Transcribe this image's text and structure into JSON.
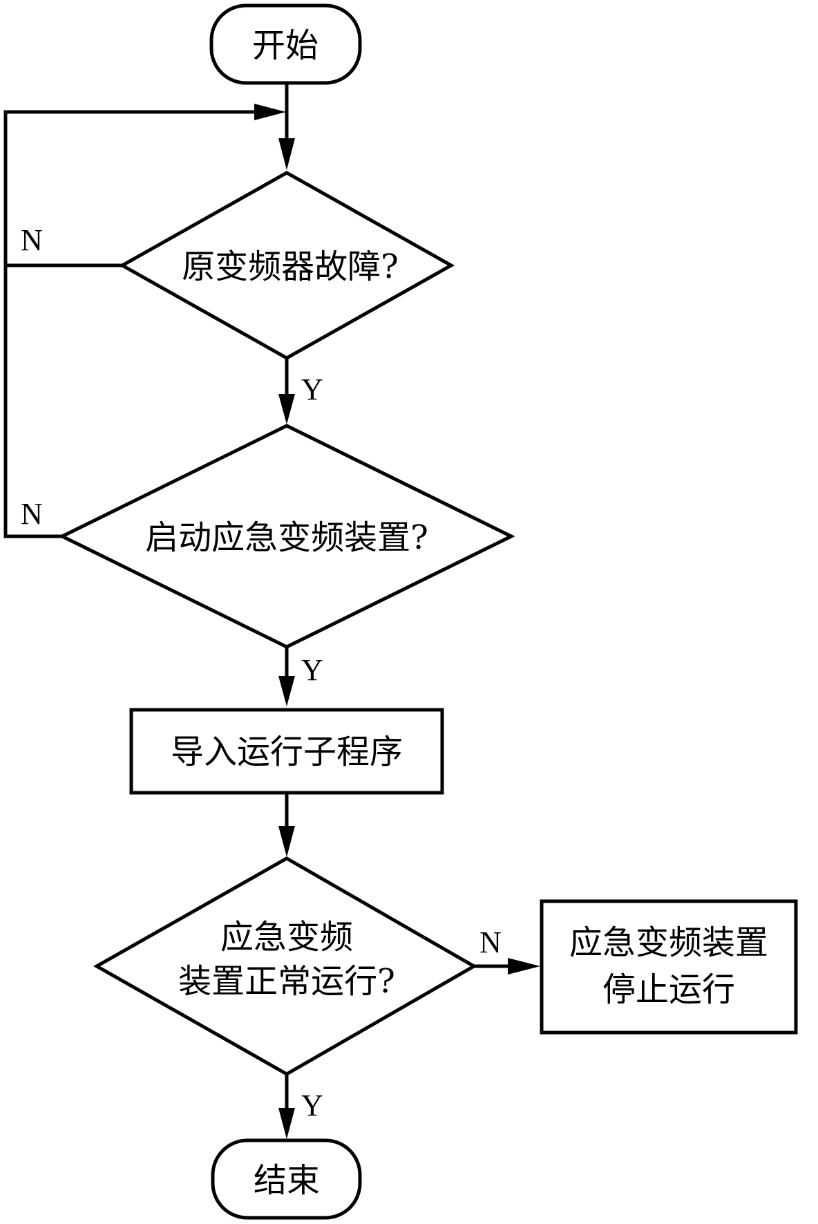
{
  "nodes": {
    "start": "开始",
    "decision1": "原变频器故障?",
    "decision2": "启动应急变频装置?",
    "process1": "导入运行子程序",
    "decision3_line1": "应急变频",
    "decision3_line2": "装置正常运行?",
    "stop_line1": "应急变频装置",
    "stop_line2": "停止运行",
    "end": "结束"
  },
  "labels": {
    "no": "N",
    "yes": "Y"
  }
}
